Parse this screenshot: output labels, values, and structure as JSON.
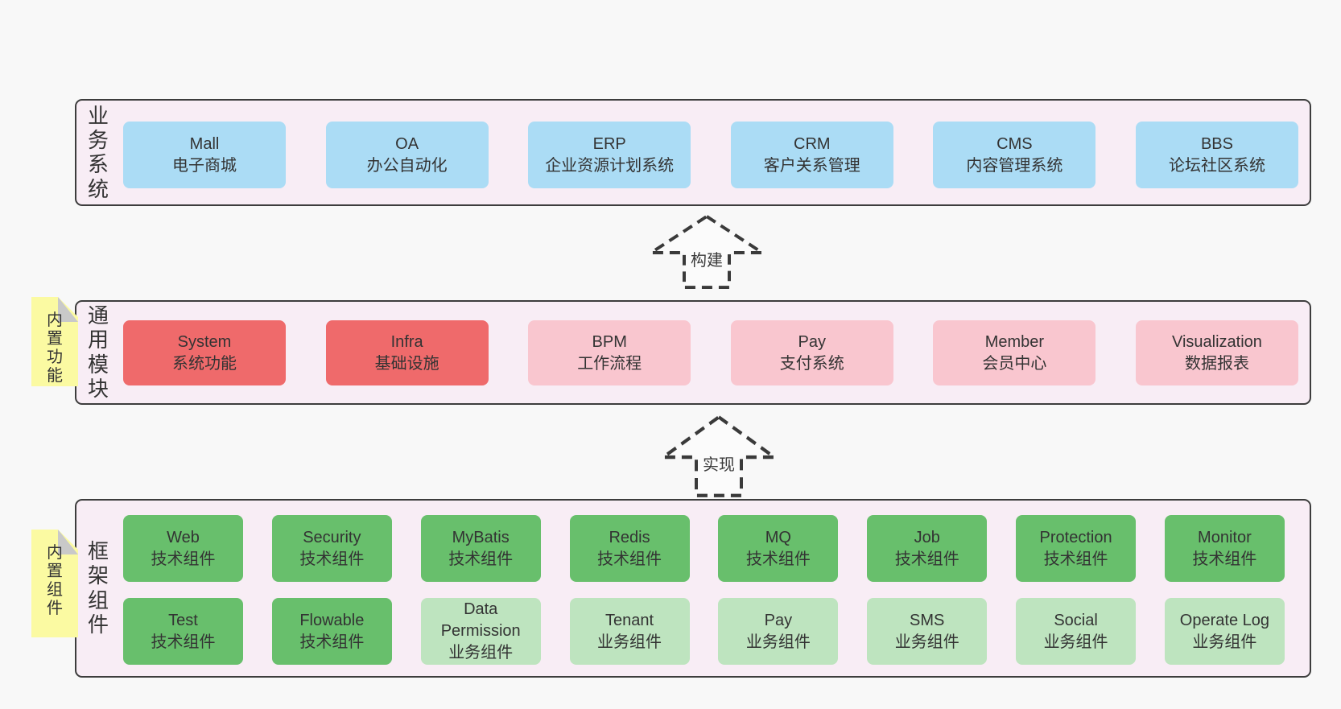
{
  "diagram": {
    "bands": [
      {
        "label": "业务系统",
        "boxes": [
          {
            "title": "Mall",
            "subtitle": "电子商城"
          },
          {
            "title": "OA",
            "subtitle": "办公自动化"
          },
          {
            "title": "ERP",
            "subtitle": "企业资源计划系统"
          },
          {
            "title": "CRM",
            "subtitle": "客户关系管理"
          },
          {
            "title": "CMS",
            "subtitle": "内容管理系统"
          },
          {
            "title": "BBS",
            "subtitle": "论坛社区系统"
          }
        ]
      },
      {
        "label": "通用模块",
        "note": "内置功能",
        "boxes": [
          {
            "title": "System",
            "subtitle": "系统功能"
          },
          {
            "title": "Infra",
            "subtitle": "基础设施"
          },
          {
            "title": "BPM",
            "subtitle": "工作流程"
          },
          {
            "title": "Pay",
            "subtitle": "支付系统"
          },
          {
            "title": "Member",
            "subtitle": "会员中心"
          },
          {
            "title": "Visualization",
            "subtitle": "数据报表"
          }
        ]
      },
      {
        "label": "框架组件",
        "note": "内置组件",
        "rows": [
          [
            {
              "title": "Web",
              "subtitle": "技术组件"
            },
            {
              "title": "Security",
              "subtitle": "技术组件"
            },
            {
              "title": "MyBatis",
              "subtitle": "技术组件"
            },
            {
              "title": "Redis",
              "subtitle": "技术组件"
            },
            {
              "title": "MQ",
              "subtitle": "技术组件"
            },
            {
              "title": "Job",
              "subtitle": "技术组件"
            },
            {
              "title": "Protection",
              "subtitle": "技术组件"
            },
            {
              "title": "Monitor",
              "subtitle": "技术组件"
            }
          ],
          [
            {
              "title": "Test",
              "subtitle": "技术组件"
            },
            {
              "title": "Flowable",
              "subtitle": "技术组件"
            },
            {
              "title": "Data Permission",
              "subtitle": "业务组件"
            },
            {
              "title": "Tenant",
              "subtitle": "业务组件"
            },
            {
              "title": "Pay",
              "subtitle": "业务组件"
            },
            {
              "title": "SMS",
              "subtitle": "业务组件"
            },
            {
              "title": "Social",
              "subtitle": "业务组件"
            },
            {
              "title": "Operate Log",
              "subtitle": "业务组件"
            }
          ]
        ]
      }
    ],
    "arrows": [
      {
        "label": "构建"
      },
      {
        "label": "实现"
      }
    ],
    "colors": {
      "page_bg": "#f8f8f8",
      "band_bg": "#f8edf5",
      "band_border": "#3d3d3d",
      "business_box": "#abdcf5",
      "core_module_box": "#ef6a6b",
      "module_box": "#f9c6cf",
      "tech_component_box": "#68bf6c",
      "biz_component_box": "#bee4bf",
      "sticky_note": "#fbfaa2",
      "sticky_fold": "#c9c9c9",
      "text": "#333333"
    }
  }
}
